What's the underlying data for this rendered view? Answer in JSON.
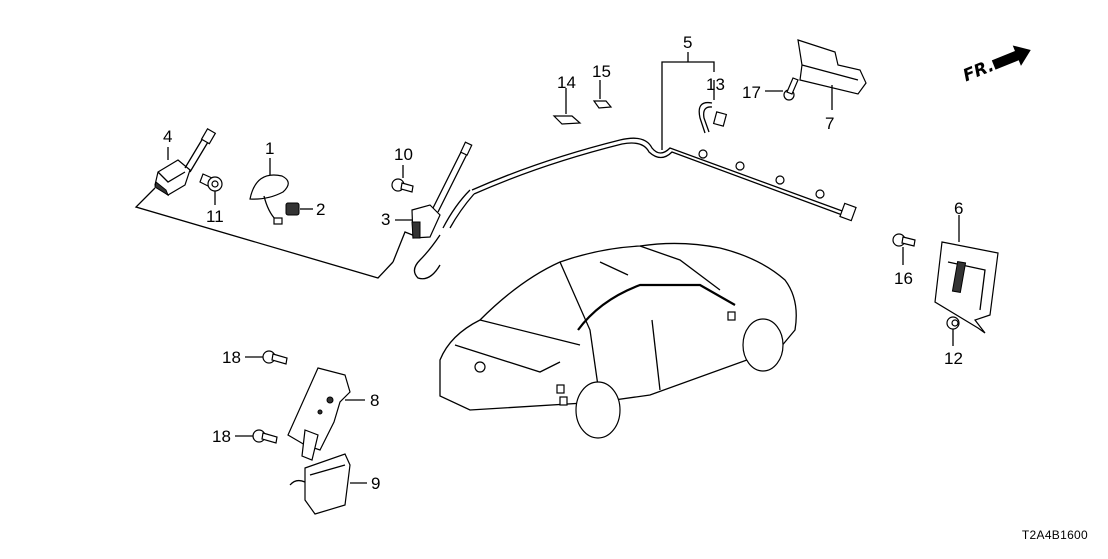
{
  "diagram": {
    "title": "Honda parts diagram - antenna / telematics components",
    "diagram_code": "T2A4B1600",
    "direction_indicator": "FR.",
    "callouts": [
      {
        "id": "1",
        "part": "roof antenna base"
      },
      {
        "id": "2",
        "part": "nut"
      },
      {
        "id": "3",
        "part": "antenna amplifier"
      },
      {
        "id": "4",
        "part": "antenna module"
      },
      {
        "id": "5",
        "part": "antenna feeder cable"
      },
      {
        "id": "6",
        "part": "audio/telematics unit"
      },
      {
        "id": "7",
        "part": "antenna unit"
      },
      {
        "id": "8",
        "part": "bracket"
      },
      {
        "id": "9",
        "part": "control unit"
      },
      {
        "id": "10",
        "part": "bolt"
      },
      {
        "id": "11",
        "part": "bolt"
      },
      {
        "id": "12",
        "part": "nut"
      },
      {
        "id": "13",
        "part": "cable clip"
      },
      {
        "id": "14",
        "part": "pad"
      },
      {
        "id": "15",
        "part": "pad"
      },
      {
        "id": "16",
        "part": "bolt"
      },
      {
        "id": "17",
        "part": "bolt"
      },
      {
        "id": "18",
        "part": "bolt"
      }
    ],
    "labels": {
      "l1": "1",
      "l2": "2",
      "l3": "3",
      "l4": "4",
      "l5": "5",
      "l6": "6",
      "l7": "7",
      "l8": "8",
      "l9": "9",
      "l10": "10",
      "l11": "11",
      "l12": "12",
      "l13": "13",
      "l14": "14",
      "l15": "15",
      "l16": "16",
      "l17": "17",
      "l18a": "18",
      "l18b": "18"
    }
  }
}
